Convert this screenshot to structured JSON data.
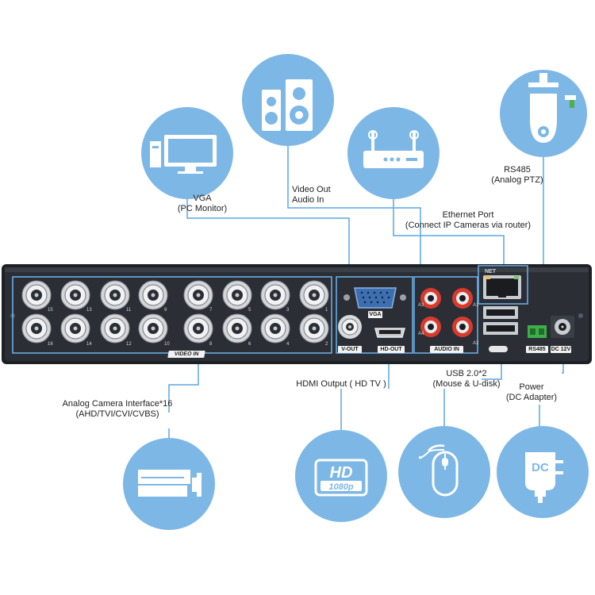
{
  "labels": {
    "vga": [
      "VGA",
      "(PC Monitor)"
    ],
    "video_audio": [
      "Video Out",
      "Audio In"
    ],
    "ethernet": [
      "Ethernet Port",
      "(Connect IP Cameras via router)"
    ],
    "rs485": [
      "RS485",
      "(Analog PTZ)"
    ],
    "analog_camera": [
      "Analog Camera Interface*16",
      "(AHD/TVI/CVI/CVBS)"
    ],
    "hdmi": [
      "HDMI Output ( HD TV )"
    ],
    "usb": [
      "USB 2.0*2",
      "(Mouse & U-disk)"
    ],
    "power": [
      "Power",
      "(DC Adapter)"
    ]
  },
  "panel": {
    "video_in": "VIDEO IN",
    "vga": "VGA",
    "v_out": "V-OUT",
    "hd_out": "HD-OUT",
    "audio_in": "AUDIO IN",
    "net": "NET",
    "rs485": "RS485",
    "dc12v": "DC 12V",
    "top_row_numbers": [
      "15",
      "13",
      "11",
      "9",
      "7",
      "5",
      "3",
      "1"
    ],
    "bottom_row_numbers": [
      "16",
      "14",
      "12",
      "10",
      "8",
      "6",
      "4",
      "2"
    ],
    "audio_numbers": [
      "A3",
      "A1",
      "A4",
      "A2"
    ]
  },
  "icons": [
    {
      "name": "pc-monitor-icon"
    },
    {
      "name": "speaker-icon"
    },
    {
      "name": "router-icon"
    },
    {
      "name": "ptz-camera-icon"
    },
    {
      "name": "cctv-camera-icon"
    },
    {
      "name": "hd-1080p-icon"
    },
    {
      "name": "mouse-icon"
    },
    {
      "name": "dc-adapter-icon"
    }
  ],
  "colors": {
    "circle": "#7db7e6",
    "line": "#5aa7e0",
    "panel": "#262a30",
    "highlight": "#6cb4ee",
    "rca_red": "#d83a2e",
    "terminal_green": "#3dae49"
  }
}
